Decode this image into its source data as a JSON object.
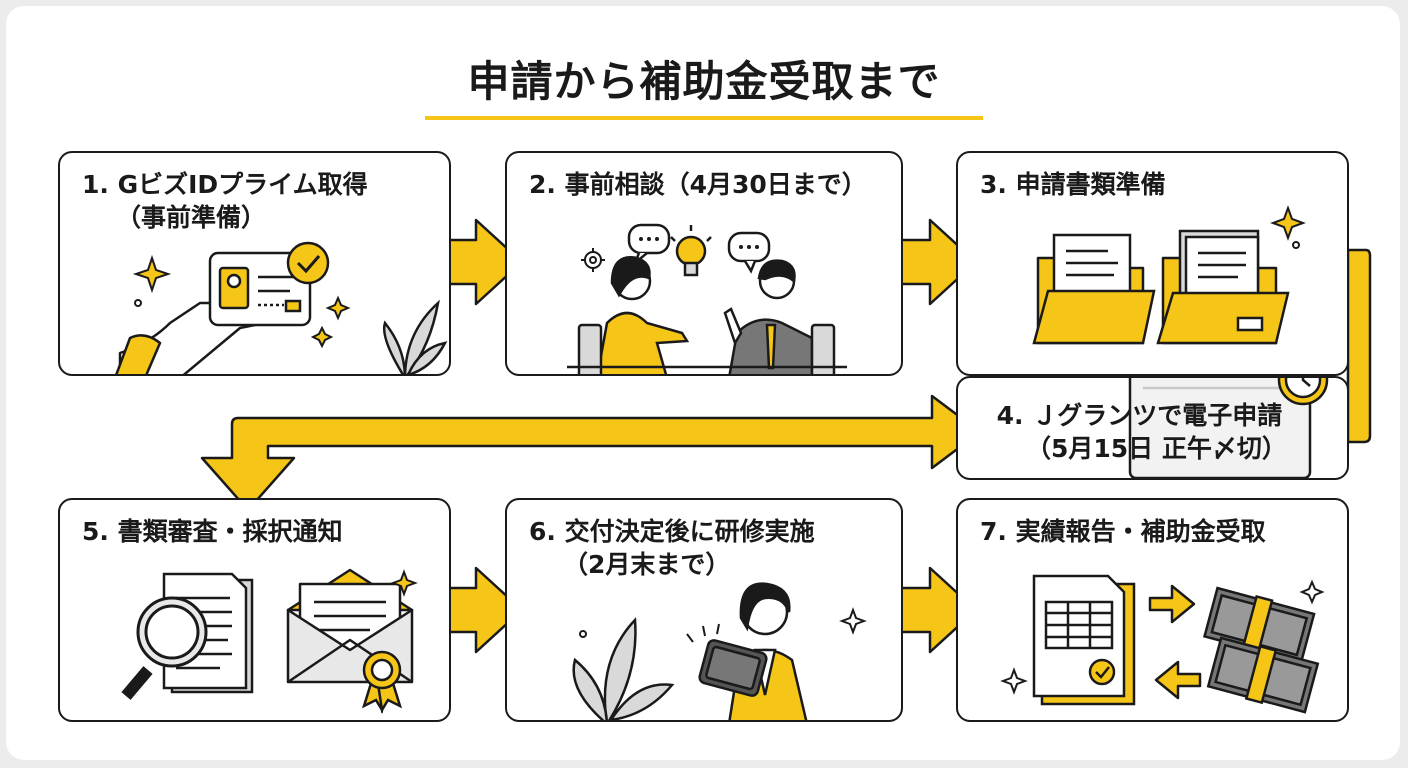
{
  "title": "申請から補助金受取まで",
  "colors": {
    "accent": "#f5c518",
    "ink": "#1a1a1a",
    "gray": "#d9d9d9"
  },
  "steps": [
    {
      "label": "1. GビズIDプライム取得",
      "sub": "（事前準備）"
    },
    {
      "label": "2. 事前相談（4月30日まで）",
      "sub": ""
    },
    {
      "label": "3. 申請書類準備",
      "sub": ""
    },
    {
      "label": "4. Ｊグランツで電子申請",
      "sub": "（5月15日 正午〆切）"
    },
    {
      "label": "5. 書類審査・採択通知",
      "sub": ""
    },
    {
      "label": "6. 交付決定後に研修実施",
      "sub": "（2月末まで）"
    },
    {
      "label": "7. 実績報告・補助金受取",
      "sub": ""
    }
  ],
  "illustrations": {
    "step1": [
      "hand-icon",
      "id-card-icon",
      "check-badge-icon",
      "sparkle-icon",
      "plant-icon"
    ],
    "step2": [
      "woman-icon",
      "man-icon",
      "speech-bubble-icon",
      "lightbulb-icon",
      "gear-icon"
    ],
    "step3": [
      "folder-icon",
      "document-icon"
    ],
    "step4": [
      "laptop-icon",
      "clock-icon"
    ],
    "step5": [
      "magnifier-icon",
      "document-icon",
      "envelope-icon",
      "ribbon-icon"
    ],
    "step6": [
      "woman-icon",
      "tablet-icon",
      "plant-icon"
    ],
    "step7": [
      "report-icon",
      "check-badge-icon",
      "money-stack-icon",
      "arrow-icon"
    ]
  }
}
